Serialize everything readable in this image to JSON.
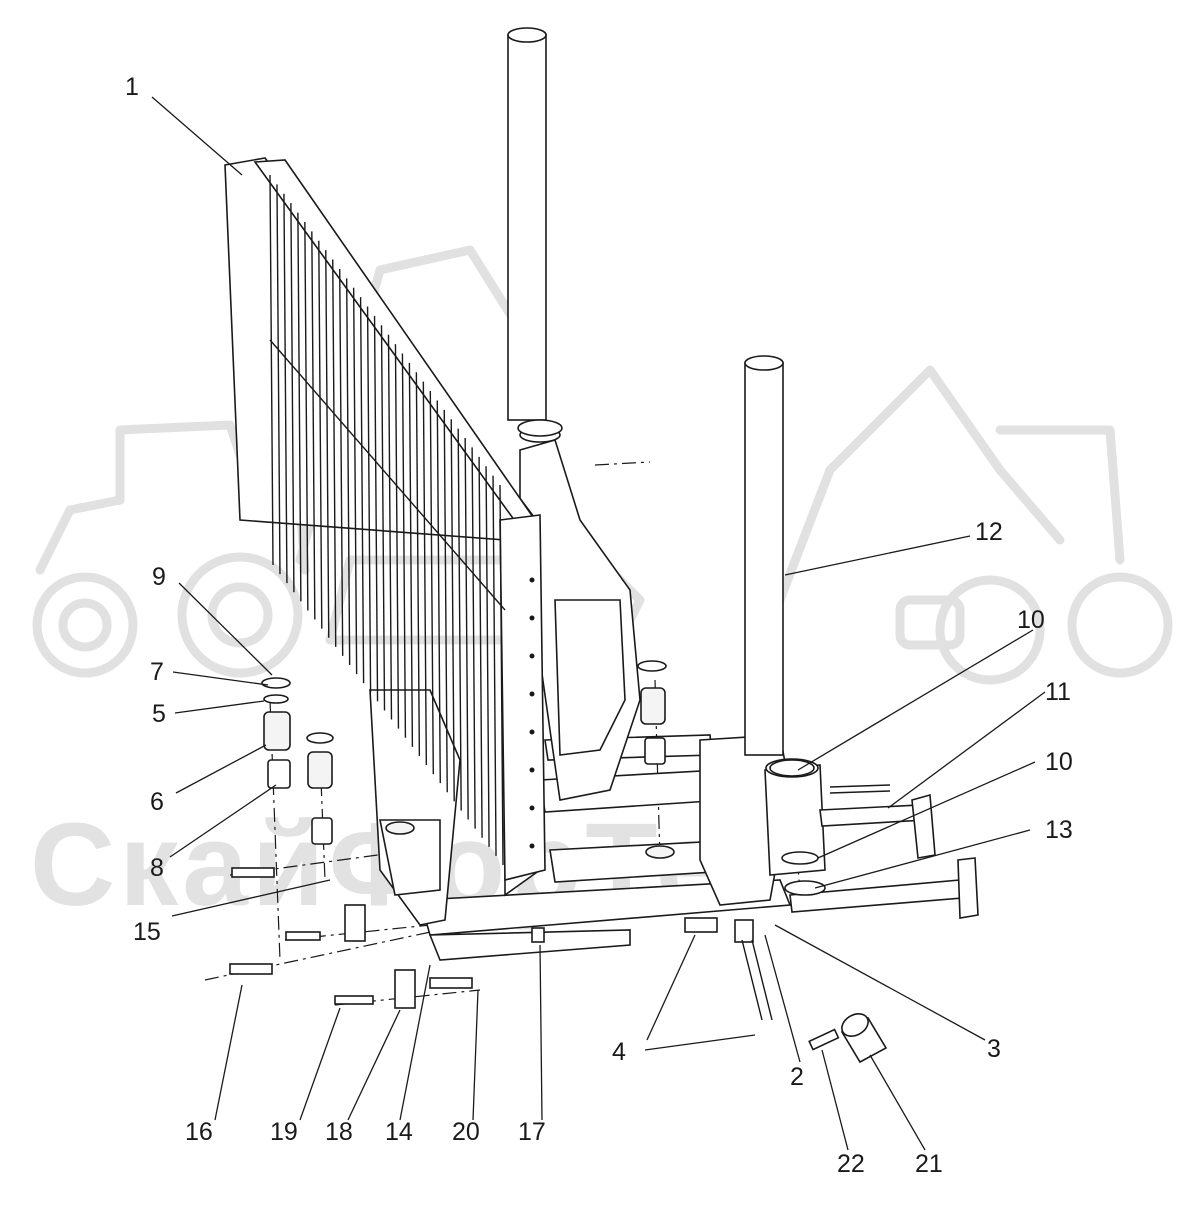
{
  "watermark": {
    "text": "СкайФорТек"
  },
  "callouts": [
    {
      "id": "1",
      "label": "1"
    },
    {
      "id": "2",
      "label": "2"
    },
    {
      "id": "3",
      "label": "3"
    },
    {
      "id": "4a",
      "label": "4"
    },
    {
      "id": "4b",
      "label": "4"
    },
    {
      "id": "5",
      "label": "5"
    },
    {
      "id": "6",
      "label": "6"
    },
    {
      "id": "7",
      "label": "7"
    },
    {
      "id": "8a",
      "label": "8"
    },
    {
      "id": "8b",
      "label": "8"
    },
    {
      "id": "9",
      "label": "9"
    },
    {
      "id": "10a",
      "label": "10"
    },
    {
      "id": "10b",
      "label": "10"
    },
    {
      "id": "11",
      "label": "11"
    },
    {
      "id": "12",
      "label": "12"
    },
    {
      "id": "13",
      "label": "13"
    },
    {
      "id": "14",
      "label": "14"
    },
    {
      "id": "15",
      "label": "15"
    },
    {
      "id": "16",
      "label": "16"
    },
    {
      "id": "17",
      "label": "17"
    },
    {
      "id": "18",
      "label": "18"
    },
    {
      "id": "19",
      "label": "19"
    },
    {
      "id": "20",
      "label": "20"
    },
    {
      "id": "21",
      "label": "21"
    },
    {
      "id": "22",
      "label": "22"
    }
  ]
}
